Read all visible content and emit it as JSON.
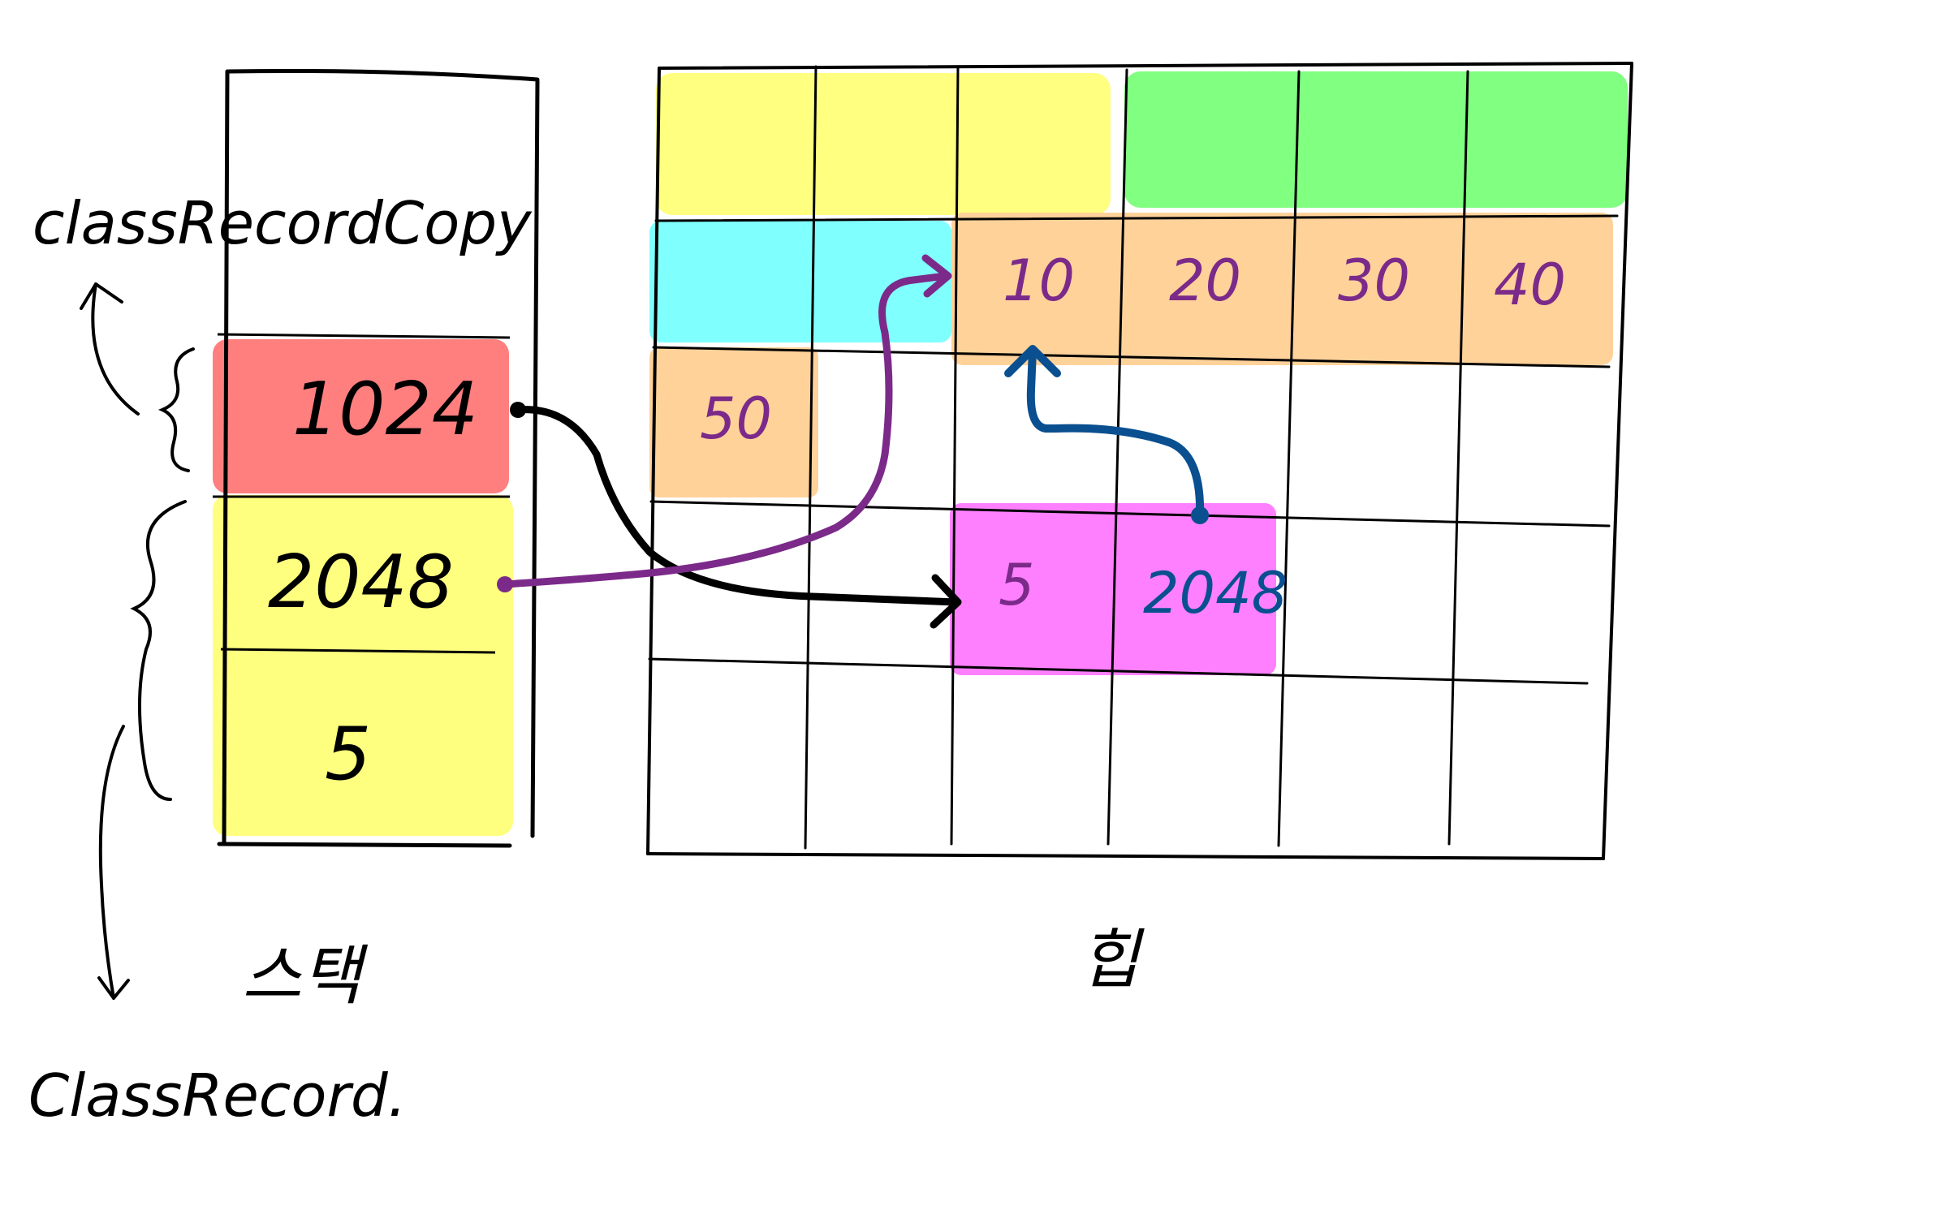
{
  "labels": {
    "copy_var": "classRecordCopy",
    "orig_var": "ClassRecord.",
    "stack_caption": "스택",
    "heap_caption": "힙"
  },
  "stack": {
    "cells": [
      "1024",
      "2048",
      "5"
    ]
  },
  "heap": {
    "array_values": [
      "10",
      "20",
      "30",
      "40",
      "50"
    ],
    "object_fields": [
      "5",
      "2048"
    ]
  },
  "colors": {
    "stack_ref_copy": "#ff7f7f",
    "stack_object": "#ffff7f",
    "heap_array": "#ffd29a",
    "heap_object": "#ff80ff",
    "heap_used_yellow": "#ffff80",
    "heap_used_green": "#80ff80",
    "heap_used_cyan": "#80ffff",
    "arrow_purple": "#7b2a8a",
    "arrow_blue": "#0a4f8f",
    "arrow_black": "#000000",
    "heap_text": "#7b2a8a"
  }
}
